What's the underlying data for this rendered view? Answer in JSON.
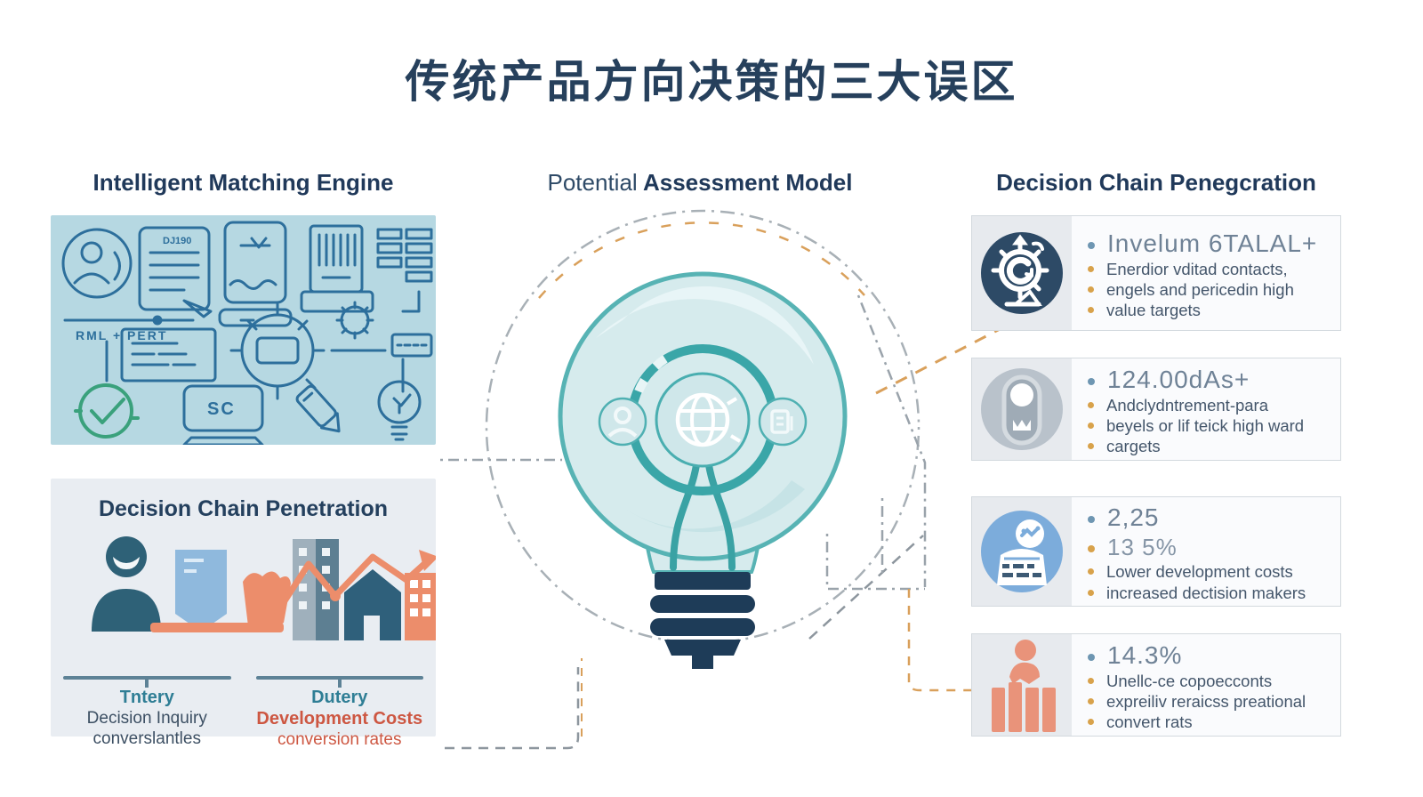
{
  "title": "传统产品方向决策的三大误区",
  "left": {
    "header": "Intelligent Matching Engine",
    "panel1": {
      "doc_label": "DJ190",
      "caption": "RML + PERT",
      "monitor_label": "SC"
    },
    "panel2": {
      "title": "Decision Chain Penetration",
      "groups": [
        {
          "label": "Tntery",
          "line1": "Decision Inquiry",
          "line2": "converslantles"
        },
        {
          "label": "Dutery",
          "line1": "Development Costs",
          "line2": "conversion rates"
        }
      ]
    }
  },
  "center": {
    "header_light": "Potential",
    "header_bold": "Assessment Model"
  },
  "right": {
    "header": "Decision Chain Penegcration",
    "cards": [
      {
        "icon": "gear-magnifier-icon",
        "stat": "Invelum 6TALAL+",
        "bullets": [
          "Enerdior vditad contacts,",
          "engels and pericedin high",
          "value targets"
        ]
      },
      {
        "icon": "padlock-icon",
        "stat": "124.00dAs+",
        "bullets": [
          "Andclydntrement-para",
          "beyels or lif teick high ward",
          "cargets"
        ]
      },
      {
        "icon": "calculator-person-icon",
        "stat": "2,25",
        "stat2": "13 5%",
        "bullets": [
          "Lower development costs",
          "increased dectision makers"
        ]
      },
      {
        "icon": "person-bars-icon",
        "stat": "14.3%",
        "bullets": [
          "Unellc-ce copoecconts",
          "expreiliv reraicss preational",
          "convert rats"
        ]
      }
    ]
  },
  "colors": {
    "title_navy": "#26405c",
    "panel1_bg": "#b6d8e2",
    "panel1_line": "#2d6f9c",
    "panel2_bg": "#e9edf2",
    "teal_label": "#2f7e95",
    "cost_red": "#cd5742",
    "bulb_glass": "#d6ebed",
    "bulb_ring": "#3aa6a8",
    "bulb_base_navy": "#1e3c58",
    "card_icon1_navy": "#2d4a66",
    "card_icon2_gray": "#b9c2cb",
    "card_icon3_blue": "#7cacdb",
    "card_icon4_salmon": "#e9937a",
    "bullet_blue": "#6e96b2",
    "bullet_orange": "#d8a24b",
    "dash_gray": "#a8b0b6",
    "dash_orange": "#d9a05b"
  }
}
